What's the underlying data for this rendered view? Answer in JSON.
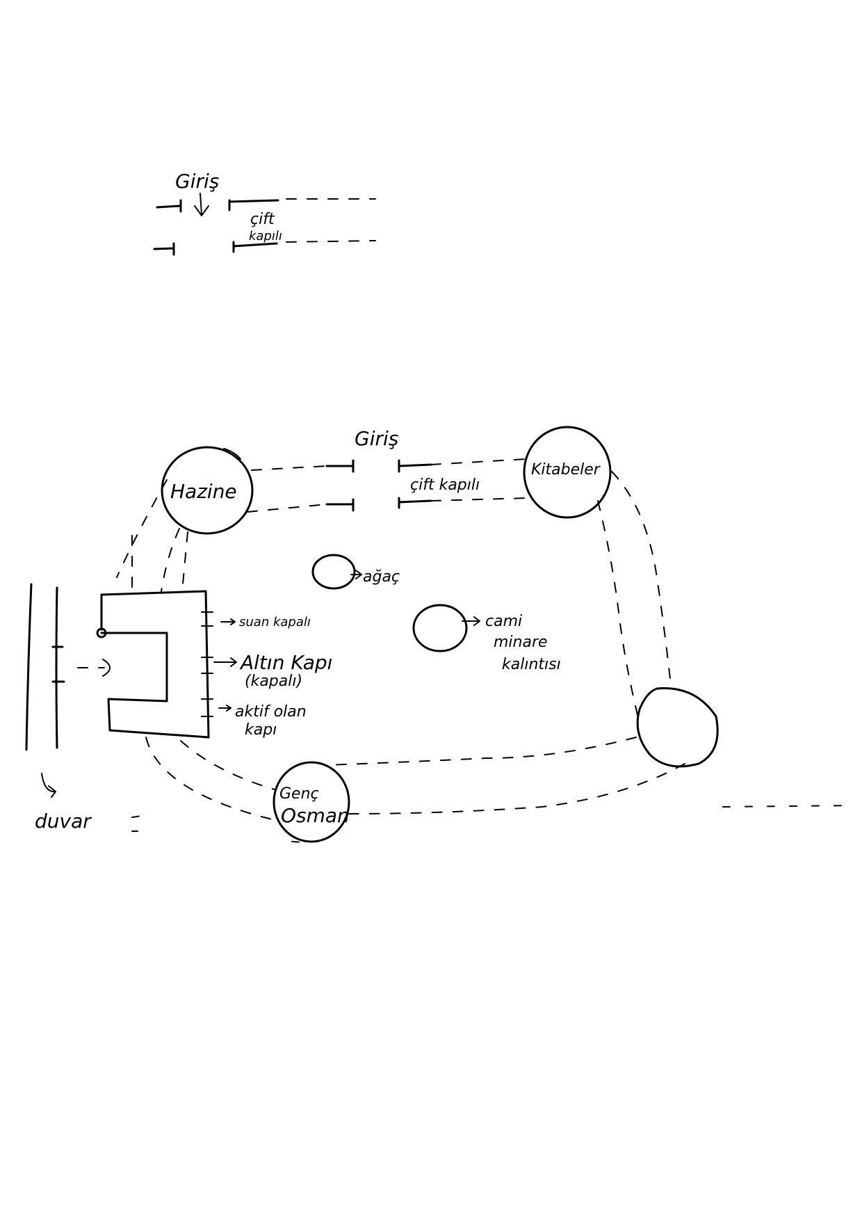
{
  "top_sketch": {
    "entrance_label": "Giriş",
    "double_door_line1": "çift",
    "double_door_line2": "kapılı"
  },
  "main_map": {
    "entrance_label": "Giriş",
    "double_door_label": "çift kapılı",
    "towers": {
      "treasury": "Hazine",
      "inscriptions": "Kitabeler",
      "young_osman_line1": "Genç",
      "young_osman_line2": "Osman"
    },
    "tree_label": "ağaç",
    "mosque_line1": "cami",
    "mosque_line2": "minare",
    "mosque_line3": "kalıntısı",
    "gate_labels": {
      "closed_gate": "suan kapalı",
      "golden_gate": "Altın Kapı",
      "golden_gate_status": "(kapalı)",
      "active_gate_line1": "aktif olan",
      "active_gate_line2": "kapı"
    },
    "wall_label": "duvar"
  }
}
